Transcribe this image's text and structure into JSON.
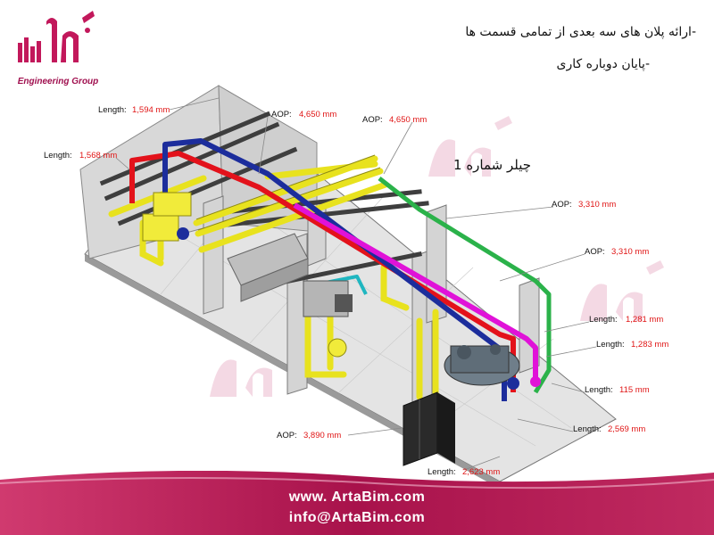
{
  "brand": {
    "tagline": "Engineering Group",
    "accent_color": "#c2185b",
    "logo_icon": "arta-logo-icon"
  },
  "notes": [
    "-ارائه پلان های سه بعدی از تمامی قسمت ها",
    "-پایان دوباره کاری"
  ],
  "diagram": {
    "title": "چیلر شماره 1",
    "dimensions": [
      {
        "label": "Length:",
        "value": "1,594 mm"
      },
      {
        "label": "Length:",
        "value": "1,568 mm"
      },
      {
        "label": "AOP:",
        "value": "4,650 mm"
      },
      {
        "label": "AOP:",
        "value": "4,650 mm"
      },
      {
        "label": "AOP:",
        "value": "3,310 mm"
      },
      {
        "label": "AOP:",
        "value": "3,310 mm"
      },
      {
        "label": "Length:",
        "value": "1,281 mm"
      },
      {
        "label": "Length:",
        "value": "1,283 mm"
      },
      {
        "label": "Length:",
        "value": "115 mm"
      },
      {
        "label": "Length:",
        "value": "2,569 mm"
      },
      {
        "label": "AOP:",
        "value": "3,890 mm"
      },
      {
        "label": "Length:",
        "value": "2,623 mm"
      }
    ],
    "pipe_colors": {
      "chilled": "#f0ea2a",
      "supply": "#e3121b",
      "return": "#1c2d9c",
      "condenser": "#e012d8",
      "drain": "#2bb24a",
      "vent": "#1fb6c0"
    }
  },
  "footer": {
    "website": "www. ArtaBim.com",
    "email": "info@ArtaBim.com",
    "bg_color": "#b0164f"
  }
}
